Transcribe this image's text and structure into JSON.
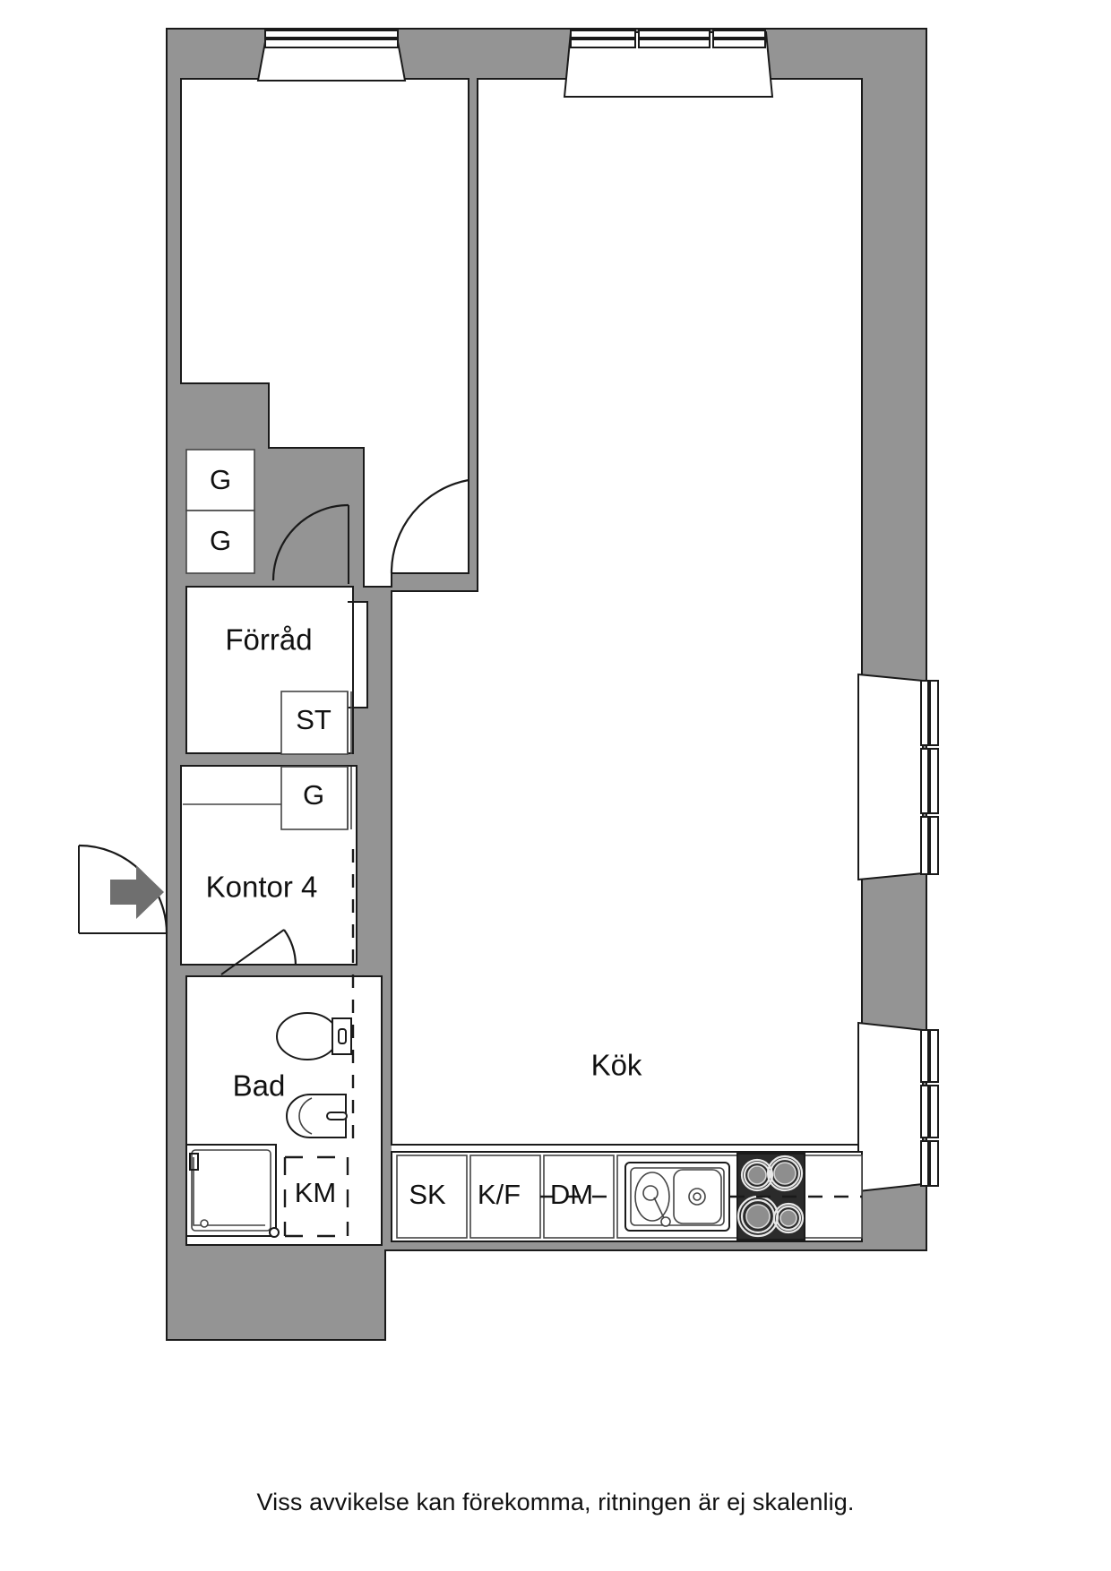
{
  "document": {
    "type": "apartment-floor-plan",
    "caption": "Viss avvikelse kan förekomma, ritningen är ej skalenlig.",
    "colors": {
      "wall": "#949494",
      "outline": "#1a1a1a",
      "floor": "#ffffff",
      "stove": "#2b2b2b",
      "arrow": "#6f6f6f",
      "background": "#ffffff"
    }
  },
  "rooms": [
    {
      "id": "room-upper-left",
      "label": "",
      "name": "upper-left-room"
    },
    {
      "id": "forrad",
      "label": "Förråd",
      "name": "storage-room"
    },
    {
      "id": "kontor",
      "label": "Kontor 4",
      "name": "office-room"
    },
    {
      "id": "bad",
      "label": "Bad",
      "name": "bathroom"
    },
    {
      "id": "kok",
      "label": "Kök",
      "name": "kitchen"
    }
  ],
  "closets": [
    {
      "id": "g-1",
      "label": "G",
      "name": "wardrobe-upper-1"
    },
    {
      "id": "g-2",
      "label": "G",
      "name": "wardrobe-upper-2"
    },
    {
      "id": "st-1",
      "label": "ST",
      "name": "cleaning-closet"
    },
    {
      "id": "g-3",
      "label": "G",
      "name": "wardrobe-lower"
    }
  ],
  "appliances": [
    {
      "id": "km",
      "label": "KM",
      "name": "washing-machine"
    },
    {
      "id": "sk",
      "label": "SK",
      "name": "cabinet"
    },
    {
      "id": "kf",
      "label": "K/F",
      "name": "fridge-freezer"
    },
    {
      "id": "dm",
      "label": "DM",
      "name": "dishwasher"
    },
    {
      "id": "sink",
      "label": "",
      "name": "kitchen-sink"
    },
    {
      "id": "stove",
      "label": "",
      "name": "stove-cooktop"
    },
    {
      "id": "toilet",
      "label": "",
      "name": "toilet"
    },
    {
      "id": "washbasin",
      "label": "",
      "name": "washbasin"
    },
    {
      "id": "shower",
      "label": "",
      "name": "shower-tray"
    }
  ],
  "openings": [
    {
      "id": "window-top-left",
      "name": "window-top-left",
      "panes": 1
    },
    {
      "id": "window-top-right",
      "name": "window-top-right",
      "panes": 3
    },
    {
      "id": "window-right-upper",
      "name": "window-right-upper",
      "panes": 3
    },
    {
      "id": "window-right-lower",
      "name": "window-right-lower",
      "panes": 3
    },
    {
      "id": "entrance-door",
      "name": "entrance-door"
    },
    {
      "id": "door-forrad",
      "name": "door-storage"
    },
    {
      "id": "door-room-upper",
      "name": "door-upper-room"
    },
    {
      "id": "door-bad",
      "name": "door-bathroom"
    }
  ],
  "labels": {
    "forrad": "Förråd",
    "kontor": "Kontor 4",
    "bad": "Bad",
    "kok": "Kök",
    "g1": "G",
    "g2": "G",
    "st": "ST",
    "g3": "G",
    "km": "KM",
    "sk": "SK",
    "kf": "K/F",
    "dm": "DM"
  }
}
